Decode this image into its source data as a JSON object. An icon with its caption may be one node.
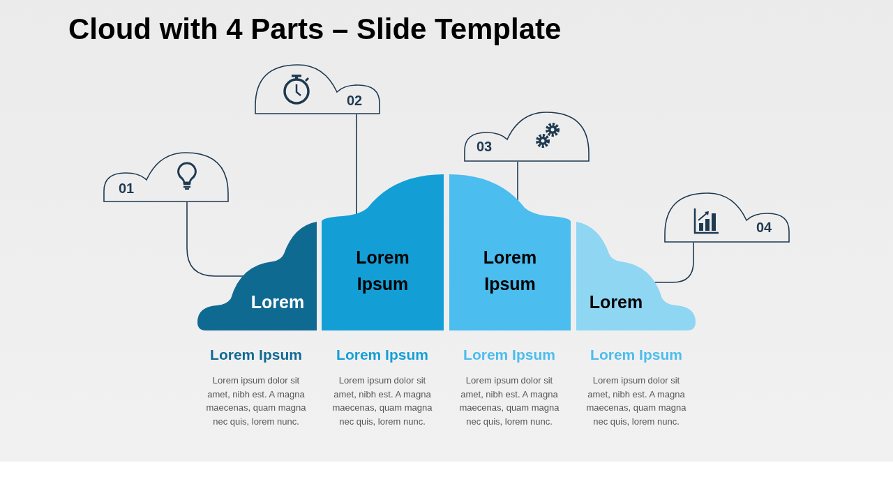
{
  "diagram": {
    "title": "Cloud with 4 Parts – Slide Template",
    "nodes": [
      {
        "text": [
          "01"
        ]
      },
      {
        "text": [
          "02"
        ]
      },
      {
        "text": [
          "03"
        ]
      },
      {
        "text": [
          "04"
        ]
      },
      {
        "text": [
          "Lorem"
        ],
        "beside": [
          "Lorem Ipsum",
          "Lorem ipsum dolor sit amet, nibh est. A magna maecenas, quam magna nec quis, lorem nunc."
        ]
      },
      {
        "text": [
          "Lorem Ipsum"
        ],
        "beside": [
          "Lorem Ipsum",
          "Lorem ipsum dolor sit amet, nibh est. A magna maecenas, quam magna nec quis, lorem nunc."
        ]
      },
      {
        "text": [
          "Lorem Ipsum"
        ],
        "beside": [
          "Lorem Ipsum",
          "Lorem ipsum dolor sit amet, nibh est. A magna maecenas, quam magna nec quis, lorem nunc."
        ]
      },
      {
        "text": [
          "Lorem"
        ],
        "beside": [
          "Lorem Ipsum",
          "Lorem ipsum dolor sit amet, nibh est. A magna maecenas, quam magna nec quis, lorem nunc."
        ]
      }
    ],
    "edges": [
      {
        "from": 0,
        "to": 4,
        "arrow": "none"
      },
      {
        "from": 1,
        "to": 5,
        "arrow": "none"
      },
      {
        "from": 2,
        "to": 6,
        "arrow": "none"
      },
      {
        "from": 3,
        "to": 7,
        "arrow": "none"
      }
    ]
  }
}
